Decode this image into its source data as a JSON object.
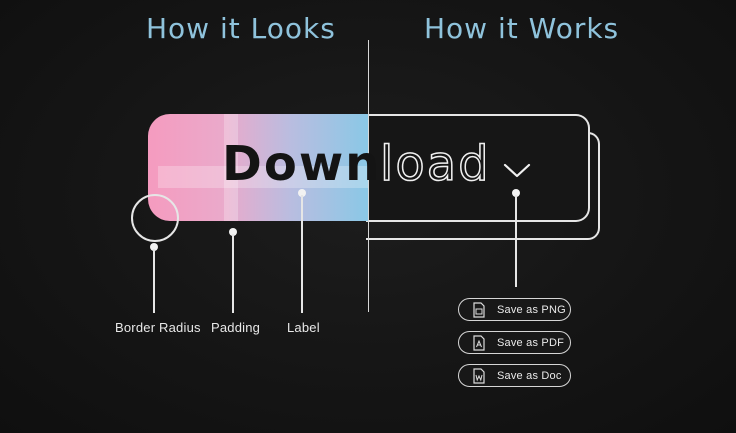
{
  "headings": {
    "left": "How it Looks",
    "right": "How it Works"
  },
  "button": {
    "label_part1": "Down",
    "label_part2": "load"
  },
  "annotations": {
    "border_radius": "Border Radius",
    "padding": "Padding",
    "label": "Label"
  },
  "dropdown_menu": {
    "items": [
      {
        "label": "Save as PNG",
        "icon": "image-file-icon"
      },
      {
        "label": "Save as PDF",
        "icon": "pdf-file-icon"
      },
      {
        "label": "Save as Doc",
        "icon": "doc-file-icon"
      }
    ]
  },
  "colors": {
    "heading": "#8fc3dc",
    "gradient_start": "#f59bbf",
    "gradient_end": "#8ac8e6",
    "background": "#151515",
    "outline": "#e6e6e6"
  }
}
